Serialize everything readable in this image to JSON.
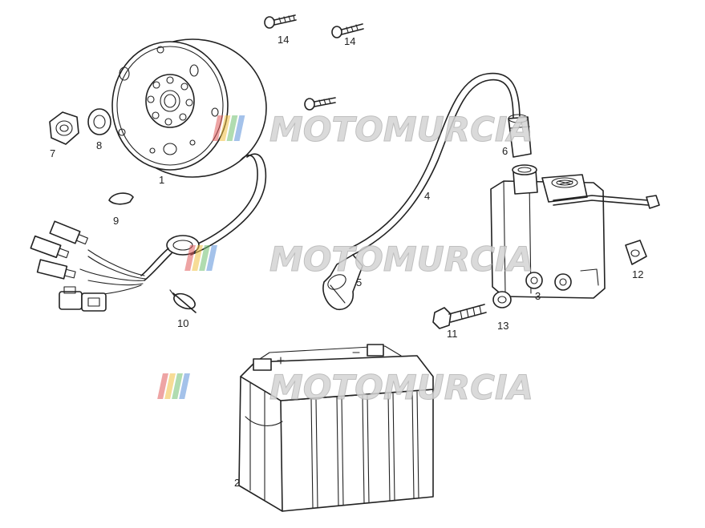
{
  "watermark": {
    "text": "MOTOMURCIA",
    "stripe_colors": [
      "#e05a5a",
      "#f0c040",
      "#6fbf6f",
      "#5a8fd8"
    ]
  },
  "part_labels": {
    "p1": "1",
    "p2": "2",
    "p3": "3",
    "p4": "4",
    "p5": "5",
    "p6": "6",
    "p7": "7",
    "p8": "8",
    "p9": "9",
    "p10": "10",
    "p11": "11",
    "p12": "12",
    "p13": "13",
    "p14a": "14",
    "p14b": "14"
  }
}
